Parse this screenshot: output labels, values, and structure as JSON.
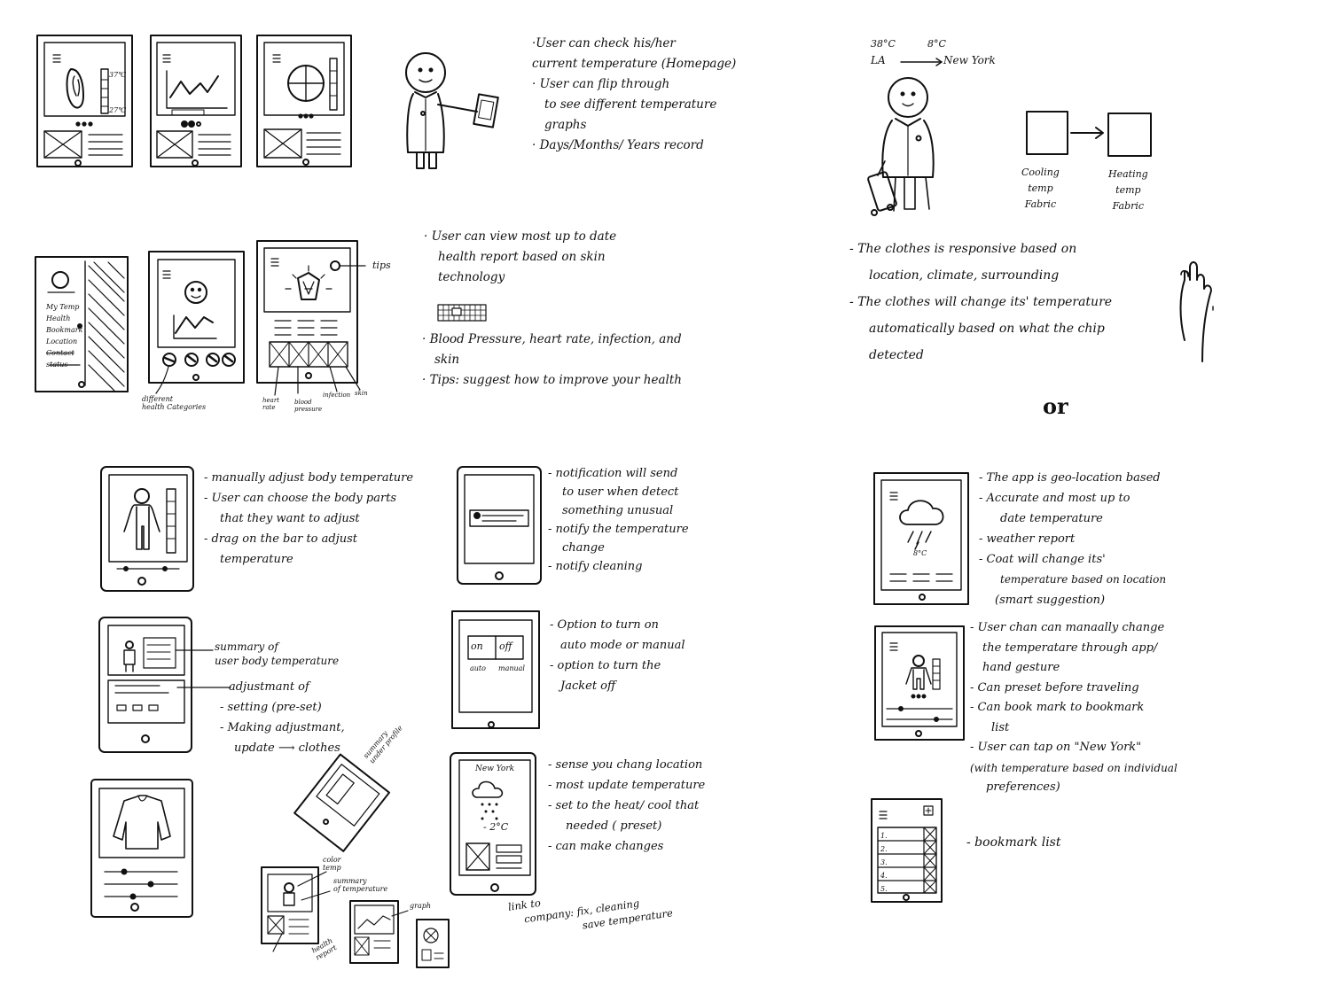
{
  "notes": {
    "temp_history": [
      "·User can check his/her",
      "current temperature (Homepage)",
      "· User can flip through",
      "to see different temperature",
      "graphs",
      "· Days/Months/ Years record"
    ],
    "health_report": [
      "· User can view most up to date",
      "health report based on skin",
      "technology"
    ],
    "health_metrics": [
      "· Blood Pressure, heart rate, infection, and",
      "skin",
      "· Tips: suggest how to improve your health"
    ],
    "travel": [
      "- The clothes is responsive based on",
      "location, climate, surrounding",
      "- The clothes will change its' temperature",
      "automatically based on what the chip",
      "detected"
    ],
    "manual_adjust": [
      "- manually adjust body temperature",
      "- User can choose the body parts",
      "that they want to adjust",
      "- drag on the bar to adjust",
      "temperature"
    ],
    "notification": [
      "- notification will send",
      "to user when detect",
      "something unusual",
      "- notify the temperature",
      "change",
      "- notify cleaning"
    ],
    "summary": [
      "summary of",
      "user body temperature"
    ],
    "adjustment": [
      "adjustmant of",
      "- setting (pre-set)",
      "- Making adjustmant,",
      "update ⟶ clothes"
    ],
    "on_off_notes": [
      "- Option to turn on",
      "auto mode or manual",
      "- option to turn the",
      "Jacket off"
    ],
    "location_sense": [
      "- sense you chang location",
      "- most update temperature",
      "- set to the heat/ cool that",
      "needed ( preset)",
      "- can make changes"
    ],
    "geo": [
      "- The app is geo-location based",
      "- Accurate and most up to",
      "date temperature",
      "- weather report",
      "- Coat will change its'",
      "temperature based on location",
      "(smart suggestion)"
    ],
    "manual_change": [
      "- User chan can manaally change",
      "the temperatare through app/",
      "hand gesture",
      "- Can preset before traveling",
      "- Can book mark to bookmark",
      "list",
      "- User can tap on \"New York\"",
      "(with temperature based on individual",
      "preferences)"
    ],
    "bookmark": [
      "- bookmark list"
    ],
    "link": [
      "link to",
      "company: fix, cleaning",
      "save temperature"
    ]
  },
  "labels": {
    "tips": "tips",
    "menu_items": [
      "My Temp",
      "Health",
      "Bookmark",
      "Location",
      "Contact",
      "status"
    ],
    "health_categories": "different\nhealth Categories",
    "heart_rate": "heart\nrate",
    "blood_pressure": "blood\npressure",
    "infection": "infection",
    "skin": "skin",
    "temp_high": "37℃",
    "temp_low": "27℃",
    "city_from": "LA",
    "city_to": "New York",
    "temp_from": "38°C",
    "temp_to": "8°C",
    "cooling": "Cooling\ntemp\nFabric",
    "heating": "Heating\ntemp\nFabric",
    "or": "or",
    "on": "on",
    "off": "off",
    "auto": "auto",
    "manual": "manual",
    "new_york_screen": "New York",
    "minus_two": "- 2°C",
    "eight_c": "8°C",
    "summary_profile": "summary\nunder profile",
    "color_temp": "color\ntemp",
    "summary_temp": "summary\nof temperature",
    "graph": "graph",
    "health_report_lbl": "health\nreport",
    "bookmark_rows": [
      "1.",
      "2.",
      "3.",
      "4.",
      "5."
    ]
  }
}
